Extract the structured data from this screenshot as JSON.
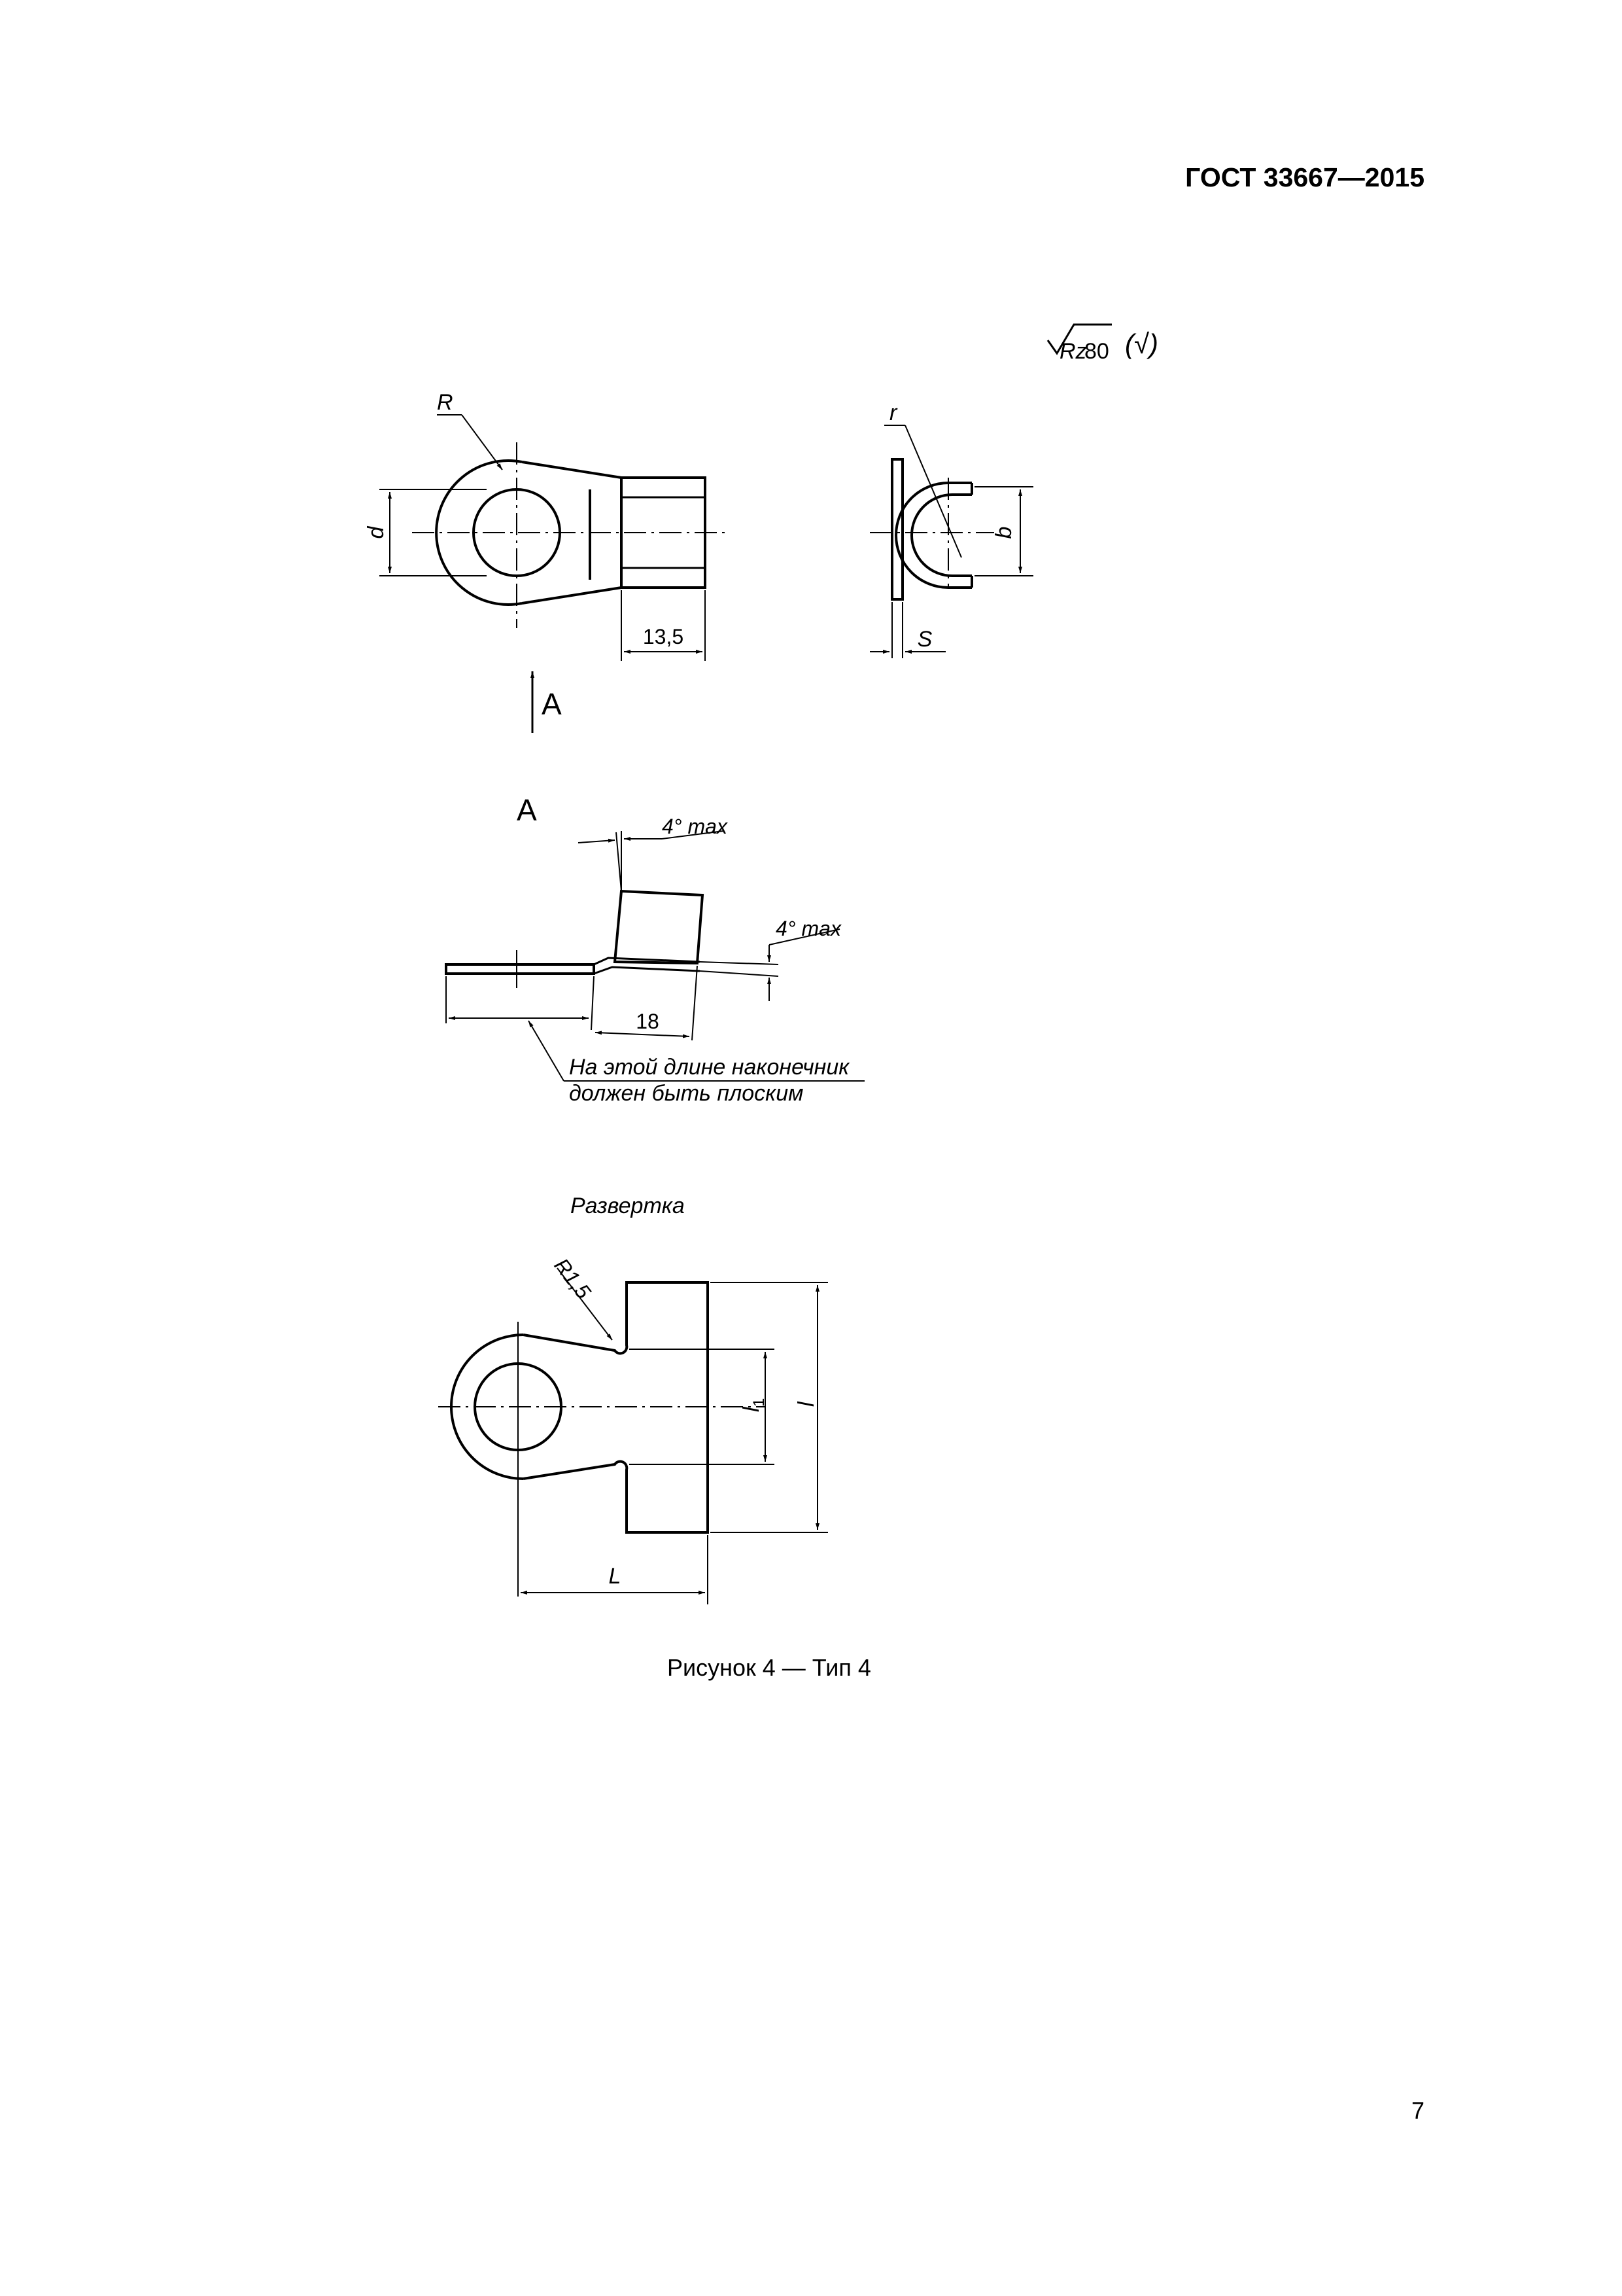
{
  "header": {
    "standard": "ГОСТ 33667—2015"
  },
  "roughness": {
    "parameter": "Rz",
    "value": "80",
    "extra": "(√)"
  },
  "top_view": {
    "radius_label": "R",
    "diameter_label": "d",
    "barrel_dim": "13,5",
    "view_arrow_label": "A"
  },
  "side_view": {
    "radius_label": "r",
    "width_label": "b",
    "thickness_label": "S"
  },
  "view_a": {
    "title": "A",
    "angle_top": "4° max",
    "angle_right": "4° max",
    "length_dim": "18",
    "note_line1": "На этой длине наконечник",
    "note_line2": "должен быть плоским"
  },
  "development": {
    "title": "Развертка",
    "radius_label": "R1,5",
    "l1_label": "l",
    "l1_sub": "1",
    "l_label": "l",
    "L_label": "L"
  },
  "caption": "Рисунок 4 — Тип 4",
  "page_number": "7"
}
